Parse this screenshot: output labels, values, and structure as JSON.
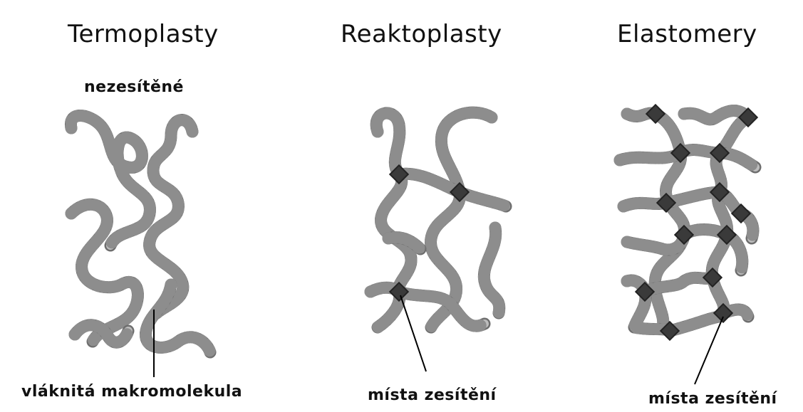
{
  "titles": {
    "thermoplastics": "Termoplasty",
    "thermosets": "Reaktoplasty",
    "elastomers": "Elastomery"
  },
  "labels": {
    "uncrosslinked": "nezesítěné",
    "fibrous_macromolecule": "vláknitá makromolekula",
    "crosslink_sites_1": "místa zesítění",
    "crosslink_sites_2": "místa zesítění"
  }
}
